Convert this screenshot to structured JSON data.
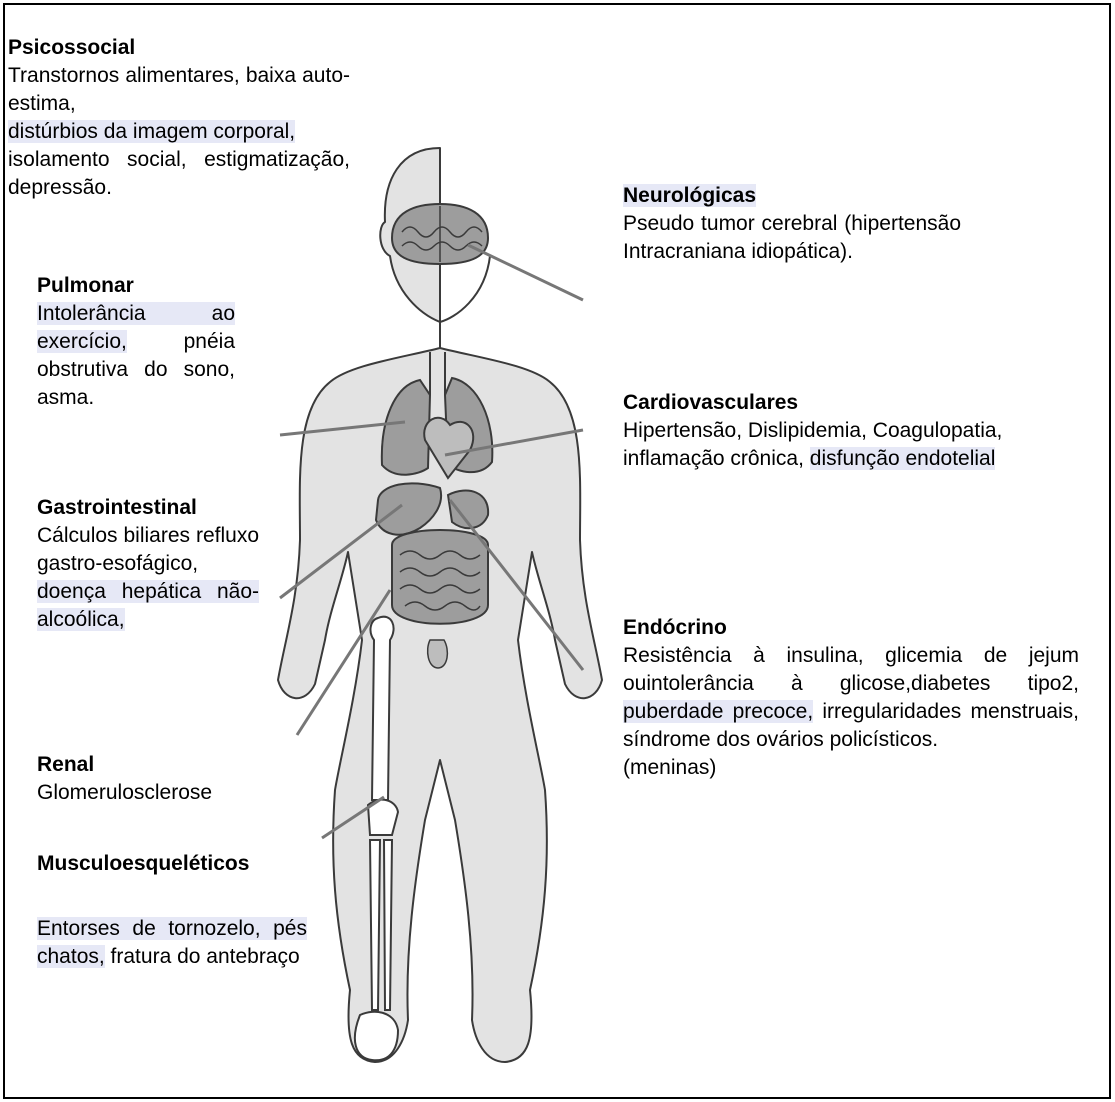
{
  "colors": {
    "body_fill": "#e3e3e3",
    "body_stroke": "#3a3a3a",
    "organ_fill": "#9d9d9d",
    "leader_line": "#777777",
    "highlight": "#e6e8f6"
  },
  "psicossocial": {
    "title": "Psicossocial",
    "line1": "Transtornos alimentares, baixa auto-estima,",
    "line2": "distúrbios da imagem corporal,",
    "line3": "isolamento social, estigmatização, depressão."
  },
  "pulmonar": {
    "title": "Pulmonar",
    "text_a": "Intolerância ao",
    "text_b": "exercício,",
    "text_c": " pnéia obstrutiva do sono, asma."
  },
  "gastrointestinal": {
    "title": "Gastrointestinal",
    "text_a": "Cálculos biliares refluxo gastro-esofágico,",
    "text_b": "doença hepática não-alcoólica,"
  },
  "renal": {
    "title": "Renal",
    "text": "Glomerulosclerose"
  },
  "musculoesqueleticos": {
    "title": "Musculoesqueléticos",
    "text_a": "Entorses de tornozelo, pés chatos,",
    "text_b": " fratura do antebraço"
  },
  "neurologicas": {
    "title": "Neurológicas",
    "text": "Pseudo tumor cerebral (hipertensão Intracraniana idiopática)."
  },
  "cardiovasculares": {
    "title": "Cardiovasculares",
    "text_a": "Hipertensão, Dislipidemia, Coagulopatia, inflamação crônica, ",
    "text_b": "disfunção endotelial"
  },
  "endocrino": {
    "title": "Endócrino",
    "text_a": "Resistência à insulina, glicemia de jejum ouintolerância à glicose,diabetes tipo2,",
    "text_b": "puberdade precoce,",
    "text_c": " irregularidades menstruais, síndrome dos ovários policísticos.",
    "text_d": "(meninas)"
  }
}
